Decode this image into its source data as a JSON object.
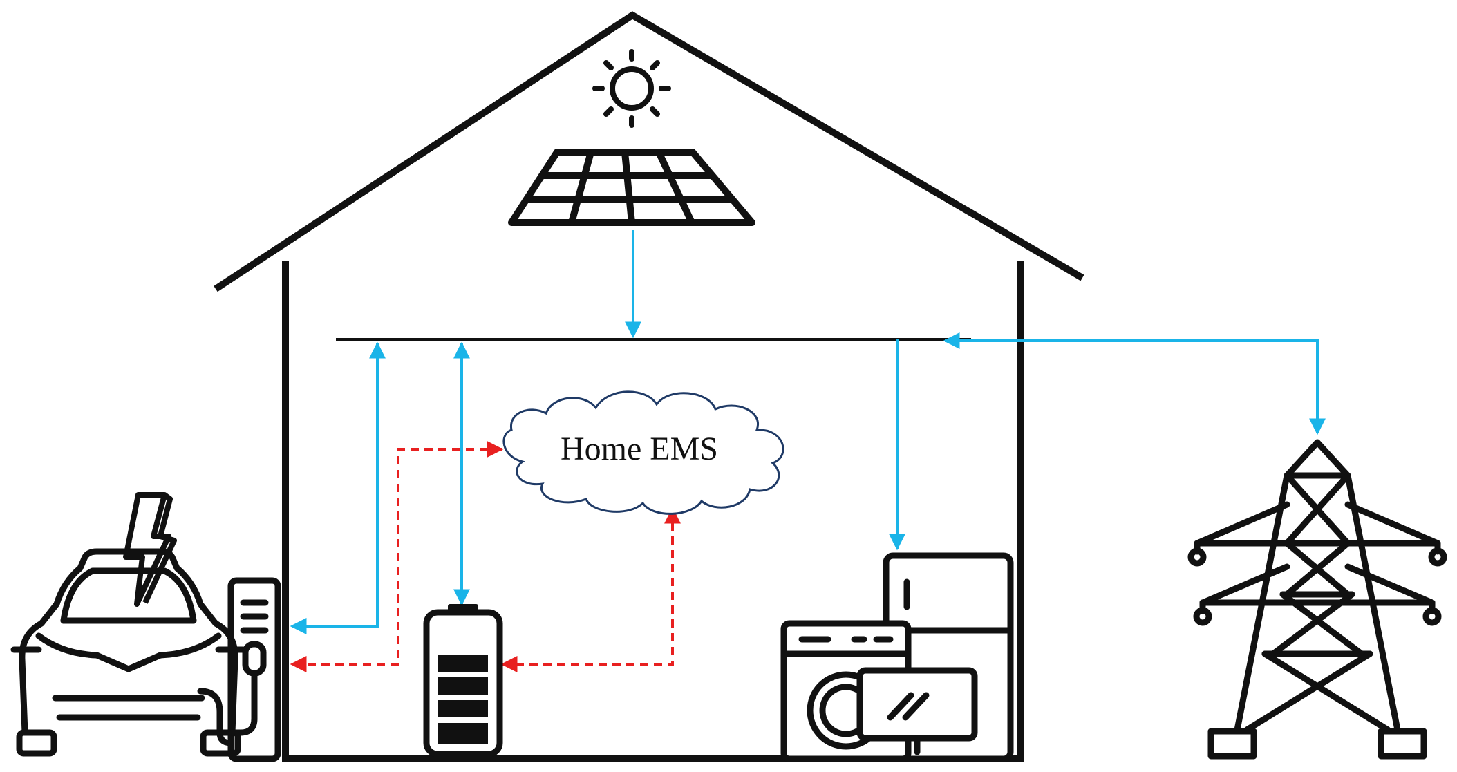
{
  "diagram": {
    "ems_label": "Home EMS",
    "nodes": [
      {
        "id": "solar",
        "icon": "solar-panel-icon"
      },
      {
        "id": "sun",
        "icon": "sun-icon"
      },
      {
        "id": "bus",
        "icon": "power-bus-line"
      },
      {
        "id": "ems",
        "icon": "cloud-icon"
      },
      {
        "id": "ev",
        "icon": "electric-car-icon"
      },
      {
        "id": "charger",
        "icon": "ev-charger-icon"
      },
      {
        "id": "battery",
        "icon": "battery-icon"
      },
      {
        "id": "appliances",
        "icon": "home-appliances-icon"
      },
      {
        "id": "grid",
        "icon": "transmission-tower-icon"
      }
    ],
    "edges": [
      {
        "from": "solar",
        "to": "bus",
        "kind": "power",
        "direction": "one-way"
      },
      {
        "from": "bus",
        "to": "charger",
        "kind": "power",
        "direction": "two-way"
      },
      {
        "from": "bus",
        "to": "battery",
        "kind": "power",
        "direction": "two-way"
      },
      {
        "from": "bus",
        "to": "appliances",
        "kind": "power",
        "direction": "one-way"
      },
      {
        "from": "bus",
        "to": "grid",
        "kind": "power",
        "direction": "two-way"
      },
      {
        "from": "ems",
        "to": "charger",
        "kind": "control",
        "direction": "two-way"
      },
      {
        "from": "ems",
        "to": "battery",
        "kind": "control",
        "direction": "two-way"
      }
    ],
    "colors": {
      "power_flow": "#1ab4e8",
      "control_flow": "#e82020",
      "outline": "#111111",
      "cloud_outline": "#1f3a66"
    }
  }
}
